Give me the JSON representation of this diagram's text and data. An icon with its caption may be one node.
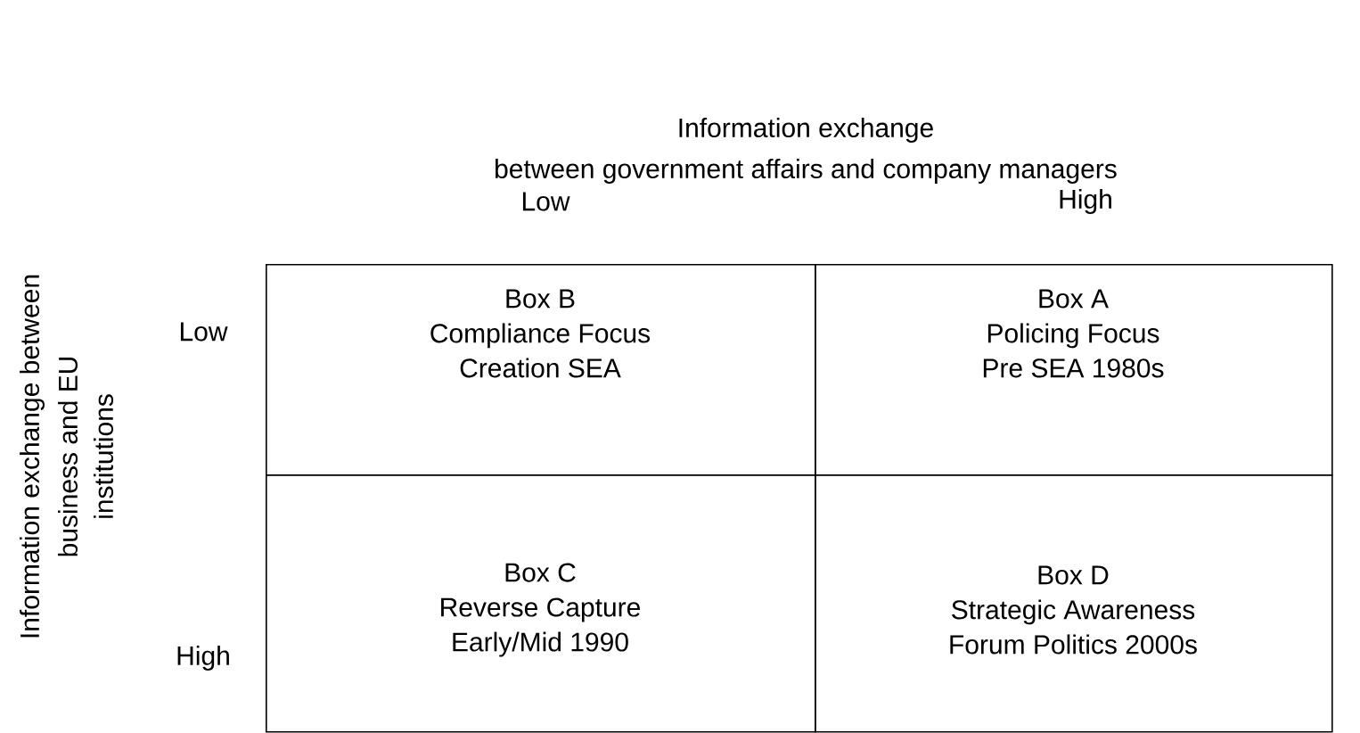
{
  "diagram": {
    "nodes": [
      {
        "text": [
          "Box B",
          "Compliance Focus",
          "Creation SEA"
        ]
      },
      {
        "text": [
          "Box A",
          "Policing Focus",
          "Pre SEA 1980s"
        ]
      },
      {
        "text": [
          "Box C",
          "Reverse Capture",
          "Early/Mid 1990"
        ]
      },
      {
        "text": [
          "Box D",
          "Strategic Awareness",
          "Forum Politics 2000s"
        ]
      }
    ],
    "labels": [
      "Information exchange",
      "between government affairs and company managers",
      "Low",
      "High",
      "Information exchange between",
      "business and EU",
      "institutions",
      "Low",
      "High"
    ]
  }
}
